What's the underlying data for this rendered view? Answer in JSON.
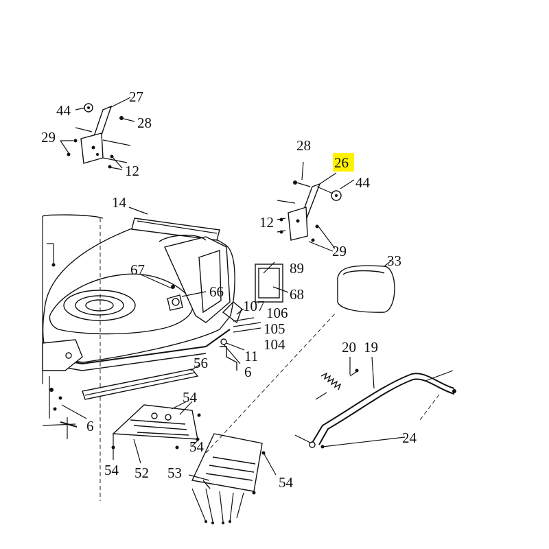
{
  "diagram": {
    "highlight_color": "#fff200",
    "labels": {
      "l27": "27",
      "l44a": "44",
      "l28a": "28",
      "l29a": "29",
      "l12a": "12",
      "l28b": "28",
      "l26": "26",
      "l44b": "44",
      "l12b": "12",
      "l29b": "29",
      "l14": "14",
      "l67": "67",
      "l66": "66",
      "l89": "89",
      "l68": "68",
      "l33": "33",
      "l107": "107",
      "l106": "106",
      "l105": "105",
      "l104": "104",
      "l11": "11",
      "l6a": "6",
      "l56": "56",
      "l20": "20",
      "l19": "19",
      "l54a": "54",
      "l6b": "6",
      "l54b": "54",
      "l54c": "54",
      "l52": "52",
      "l24": "24",
      "l53": "53",
      "l54d": "54"
    }
  }
}
